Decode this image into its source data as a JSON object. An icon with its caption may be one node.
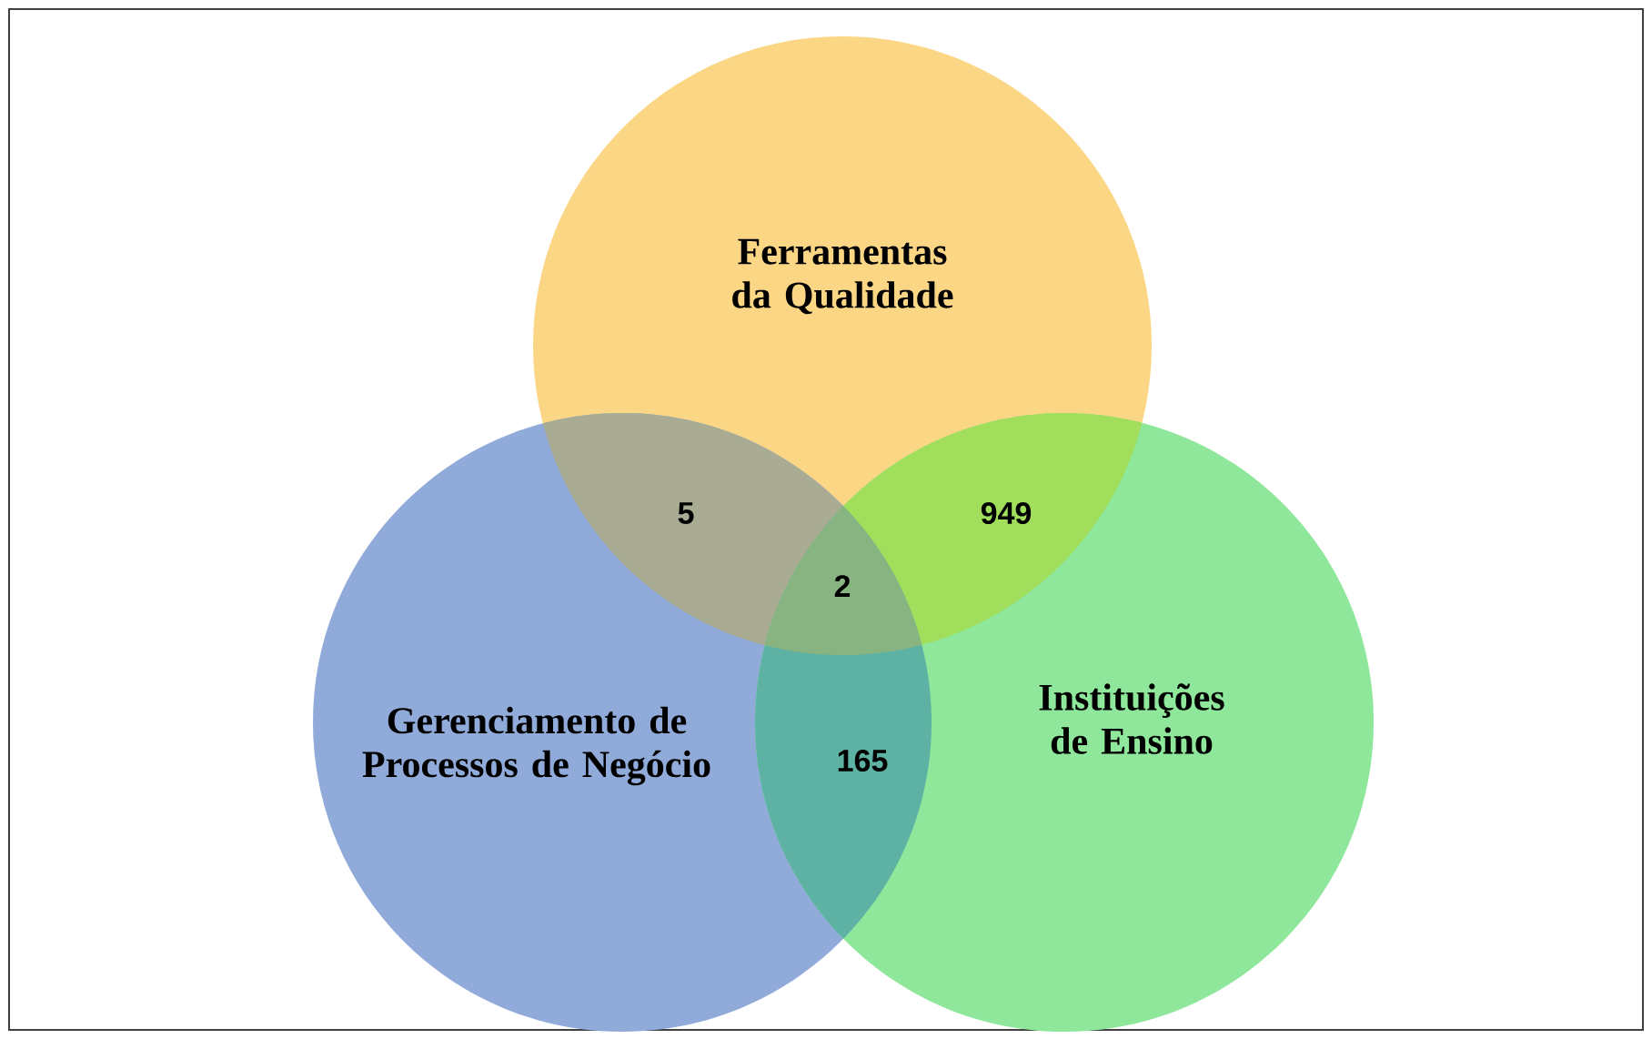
{
  "diagram": {
    "nodes": [
      {
        "text": [
          "Ferramentas da Qualidade"
        ]
      },
      {
        "text": [
          "Gerenciamento de Processos de Negócio"
        ]
      },
      {
        "text": [
          "Instituições de Ensino"
        ]
      }
    ],
    "labels": [
      "5",
      "949",
      "2",
      "165"
    ]
  }
}
